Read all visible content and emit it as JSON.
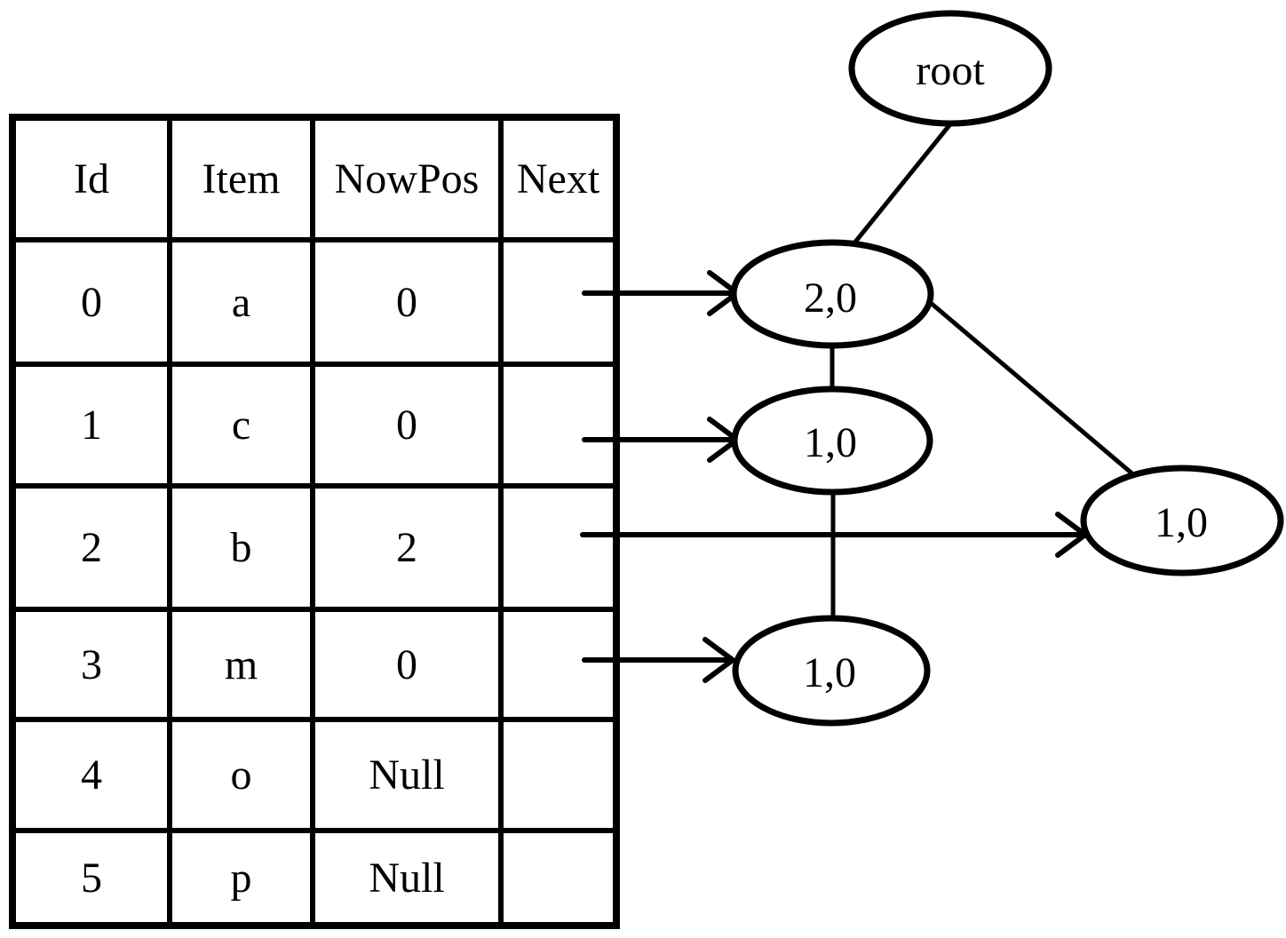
{
  "table": {
    "headers": [
      "Id",
      "Item",
      "NowPos",
      "Next"
    ],
    "rows": [
      {
        "id": "0",
        "item": "a",
        "nowpos": "0",
        "next": ""
      },
      {
        "id": "1",
        "item": "c",
        "nowpos": "0",
        "next": ""
      },
      {
        "id": "2",
        "item": "b",
        "nowpos": "2",
        "next": ""
      },
      {
        "id": "3",
        "item": "m",
        "nowpos": "0",
        "next": ""
      },
      {
        "id": "4",
        "item": "o",
        "nowpos": "Null",
        "next": ""
      },
      {
        "id": "5",
        "item": "p",
        "nowpos": "Null",
        "next": ""
      }
    ]
  },
  "tree": {
    "nodes": [
      {
        "id": "root",
        "label": "root"
      },
      {
        "id": "n-2-0",
        "label": "2,0"
      },
      {
        "id": "n-1-0-mid",
        "label": "1,0"
      },
      {
        "id": "n-1-0-bottom",
        "label": "1,0"
      },
      {
        "id": "n-1-0-right",
        "label": "1,0"
      }
    ],
    "edges": [
      {
        "from": "root",
        "to": "n-2-0"
      },
      {
        "from": "n-2-0",
        "to": "n-1-0-mid"
      },
      {
        "from": "n-1-0-mid",
        "to": "n-1-0-bottom"
      },
      {
        "from": "n-2-0",
        "to": "n-1-0-right"
      }
    ],
    "row_pointers": [
      {
        "from_row": "0",
        "to_node": "n-2-0"
      },
      {
        "from_row": "1",
        "to_node": "n-1-0-mid"
      },
      {
        "from_row": "2",
        "to_node": "n-1-0-right"
      },
      {
        "from_row": "3",
        "to_node": "n-1-0-bottom"
      }
    ]
  },
  "colors": {
    "stroke": "#000000",
    "background": "#ffffff"
  }
}
